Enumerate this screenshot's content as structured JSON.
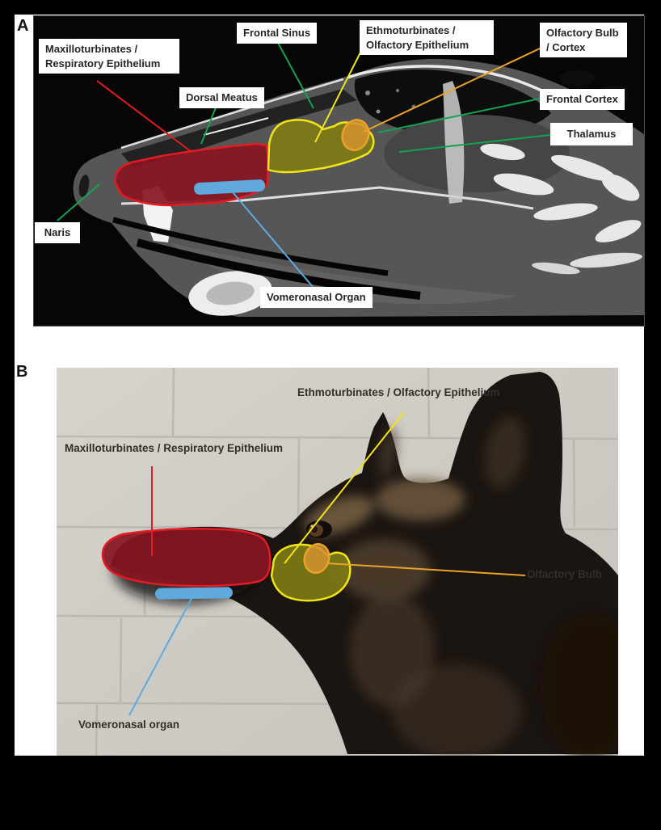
{
  "figure": {
    "panel_a": {
      "tag": "A",
      "labels": {
        "maxilloturbinates": "Maxilloturbinates / Respiratory Epithelium",
        "frontal_sinus": "Frontal Sinus",
        "ethmoturbinates": "Ethmoturbinates / Olfactory Epithelium",
        "olfactory_bulb": "Olfactory Bulb / Cortex",
        "frontal_cortex": "Frontal Cortex",
        "thalamus": "Thalamus",
        "dorsal_meatus": "Dorsal Meatus",
        "naris": "Naris",
        "vomeronasal": "Vomeronasal Organ"
      }
    },
    "panel_b": {
      "tag": "B",
      "labels": {
        "maxilloturbinates": "Maxilloturbinates / Respiratory Epithelium",
        "ethmoturbinates": "Ethmoturbinates / Olfactory Epithelium",
        "olfactory_bulb": "Olfactory Bulb",
        "vomeronasal": "Vomeronasal organ"
      }
    },
    "colors": {
      "red_line": "#e31b23",
      "red_fill": "#871522",
      "yellow_line": "#f2e516",
      "yellow_fill": "#7f7c15",
      "orange_line": "#eaa32a",
      "orange_fill": "#d4932f",
      "blue": "#5fa9dc",
      "green": "#12a352",
      "label_text": "#262626"
    }
  }
}
